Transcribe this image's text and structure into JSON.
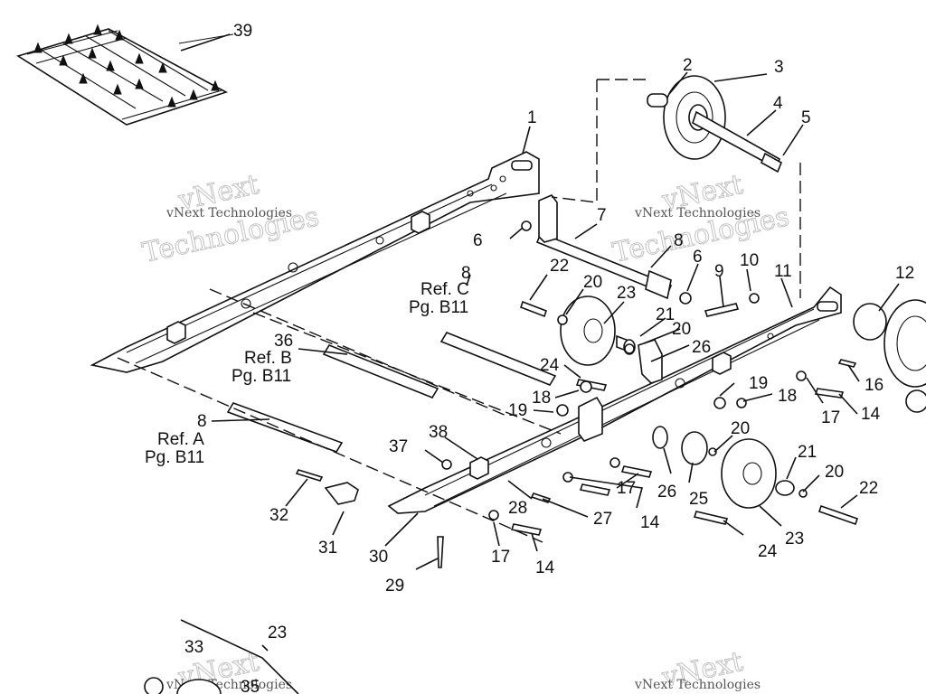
{
  "callouts": {
    "c1": "1",
    "c2": "2",
    "c3": "3",
    "c4": "4",
    "c5": "5",
    "c6a": "6",
    "c6b": "6",
    "c7": "7",
    "c8a": "8",
    "c8b": "8",
    "c8c": "8",
    "c9": "9",
    "c10": "10",
    "c11": "11",
    "c12": "12",
    "c14a": "14",
    "c14b": "14",
    "c14c": "14",
    "c16": "16",
    "c17a": "17",
    "c17b": "17",
    "c17c": "17",
    "c18a": "18",
    "c18b": "18",
    "c19a": "19",
    "c19b": "19",
    "c20a": "20",
    "c20b": "20",
    "c20c": "20",
    "c20d": "20",
    "c21a": "21",
    "c21b": "21",
    "c22a": "22",
    "c22b": "22",
    "c23a": "23",
    "c23b": "23",
    "c23c": "23",
    "c24a": "24",
    "c24b": "24",
    "c25": "25",
    "c26a": "26",
    "c26b": "26",
    "c27": "27",
    "c28": "28",
    "c29": "29",
    "c30": "30",
    "c31": "31",
    "c32": "32",
    "c33": "33",
    "c35": "35",
    "c36": "36",
    "c37": "37",
    "c38": "38",
    "c39": "39"
  },
  "references": {
    "refC_line1": "Ref. C",
    "refC_line2": "Pg. B11",
    "refB_line1": "Ref. B",
    "refB_line2": "Pg. B11",
    "refA_line1": "Ref. A",
    "refA_line2": "Pg. B11"
  },
  "watermarks": {
    "brand": "vNext",
    "word": "Technologies",
    "caption": "vNext Technologies"
  }
}
